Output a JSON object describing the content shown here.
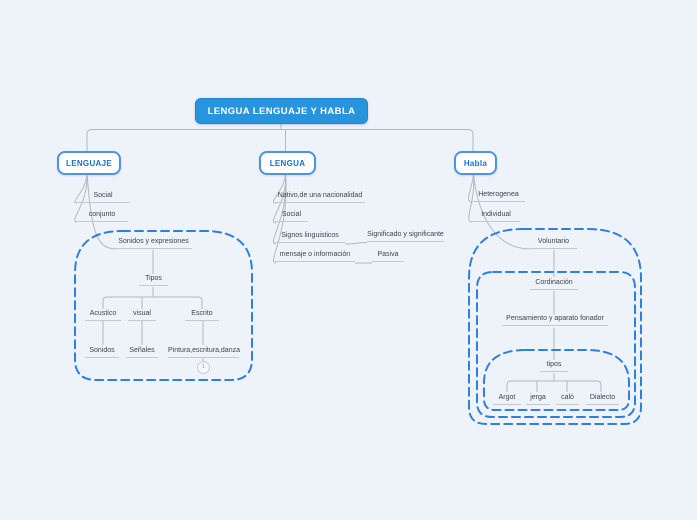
{
  "colors": {
    "background": "#eef2f9",
    "root_fill": "#2994de",
    "node_border_blue": "#4b93e6",
    "node_text_blue": "#1a6fd6",
    "boundary_dash_blue": "#2e7fe0",
    "connector_gray": "#b3b7c0",
    "underline_gray": "#c3c7cf",
    "leaf_text": "#3e4450"
  },
  "mindmap": {
    "root_label": "LENGUA LENGUAJE Y HABLA",
    "lenguaje": {
      "label": "LENGUAJE",
      "social": "Social",
      "conjunto": "conjunto",
      "sonidos_expresiones": "Sonidos y expresiones",
      "tipos": "Tipos",
      "acustico": "Acustico",
      "visual": "visual",
      "escrito": "Escrito",
      "sonidos": "Sonidos",
      "senales": "Señales",
      "pintura": "Pintura,escritura,danza",
      "collapsed_count": "1"
    },
    "lengua": {
      "label": "LENGUA",
      "nativo": "Nativo,de una nacionalidad",
      "social": "Social",
      "signos": "Signos linguisticos",
      "significado": "Significado y significante",
      "mensaje": "mensaje o información",
      "pasiva": "Pasiva"
    },
    "habla": {
      "label": "Habla",
      "heterogenea": "Heterogenea",
      "individual": "Individual",
      "voluntario": "Voluntario",
      "cordinacion": "Cordinación",
      "pensamiento": "Pensamiento y aparato fonador",
      "tipos": "tipos",
      "argot": "Argot",
      "jerga": "jerga",
      "calo": "caló",
      "dialecto": "Dialecto"
    }
  }
}
